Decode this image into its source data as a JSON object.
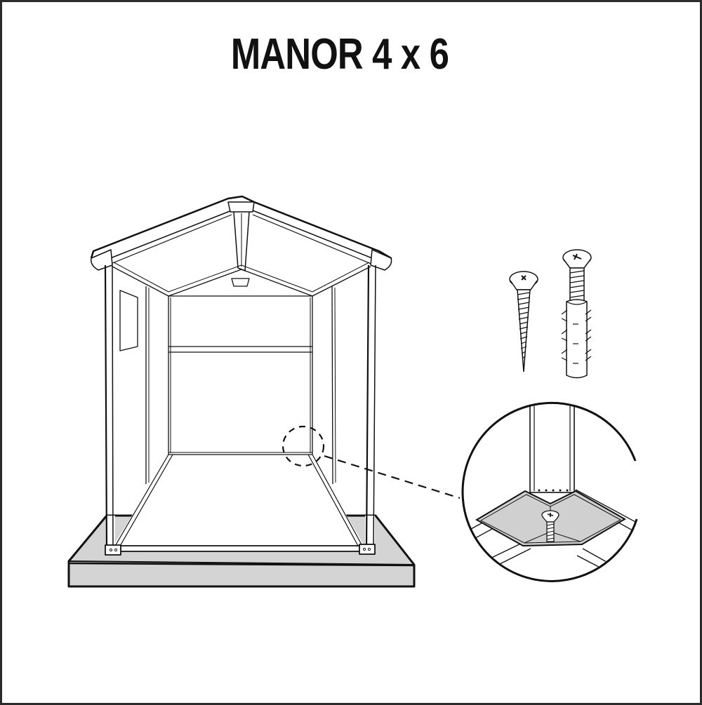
{
  "title": "MANOR 4 x 6",
  "figure": {
    "description": "Assembly illustration: shed frame mounted on concrete base, with anchor screws and a zoomed callout of the corner floor bracket fixed with a screw",
    "components": [
      {
        "name": "shed-frame",
        "label": "Shed frame on base slab"
      },
      {
        "name": "screw",
        "label": "Wood/concrete screw"
      },
      {
        "name": "screw-with-wall-plug",
        "label": "Screw with wall plug (anchor)"
      },
      {
        "name": "detail-callout",
        "label": "Corner bracket detail with screw"
      }
    ]
  },
  "colors": {
    "line": "#111111",
    "slab_fill": "#d4d4d4",
    "bracket_fill": "#d0d0d0",
    "border": "#2b2b2b",
    "background": "#ffffff"
  }
}
